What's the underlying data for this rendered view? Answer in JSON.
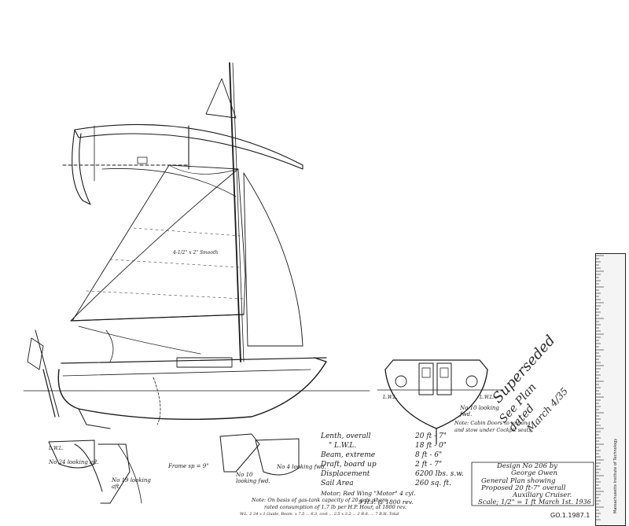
{
  "drawing": {
    "rigging_note": "4-1/2\" x 2\" Smooth",
    "labels": {
      "lwl_left": "L.W.L.",
      "section_24": "No 24 looking aft.",
      "section_19": "No 19 looking aft.",
      "frame_spacing": "Frame sp = 9\"",
      "section_10_lower": "No 10 looking fwd.",
      "section_4": "No 4 looking fwd.",
      "lwl_mid": "L.W.L.",
      "section_10": "No 10 looking fwd.",
      "lwl_right": "L.W.L.",
      "cabin_note": "Note: Cabin Doors to unhang and stow under Cockpit seats."
    }
  },
  "specifications": [
    {
      "label": "Lenth, overall",
      "value": "20 ft - 7\""
    },
    {
      "label": "\" L.W.L.",
      "value": "18 ft - 0\""
    },
    {
      "label": "Beam, extreme",
      "value": "8 ft - 6\""
    },
    {
      "label": "Draft, board up",
      "value": "2 ft - 7\""
    },
    {
      "label": "Displacement",
      "value": "6200 lbs. s.w."
    },
    {
      "label": "Sail Area",
      "value": "260 sq. ft."
    },
    {
      "label": "Motor; Red Wing \"Motor\" 4 cyl.",
      "value": ""
    },
    {
      "label": "9 H.P. @ 1800 rev.",
      "value": ""
    }
  ],
  "notes": {
    "line1": "Note: On basis of gas-tank capacity of 20 gals, there",
    "line2": "rated consumption of 1.7 lb per H.P. Hour, at 1800 rev.",
    "line3": "W.L. 2 24 x 1 Guide, Beam. x 7.5 ... 6.3, cost ... 2.5 x 3.2 ... 2 B.6. ... 7 B.H. Total"
  },
  "title_block": {
    "design": "Design No 206 by",
    "designer": "George Owen",
    "line1": "General Plan showing",
    "line2": "Proposed 20 ft-7\" overall",
    "line3": "Auxiliary Cruiser.",
    "scale": "Scale; 1/2\" = 1 ft",
    "date": "March 1st. 1936"
  },
  "annotation": {
    "line1": "Superseded",
    "line2": "See Plan dated",
    "line3": "March 4/35"
  },
  "ruler": {
    "label": "Massachusetts Institute of Technology"
  },
  "catalog_number": "GO.1.1987.1"
}
